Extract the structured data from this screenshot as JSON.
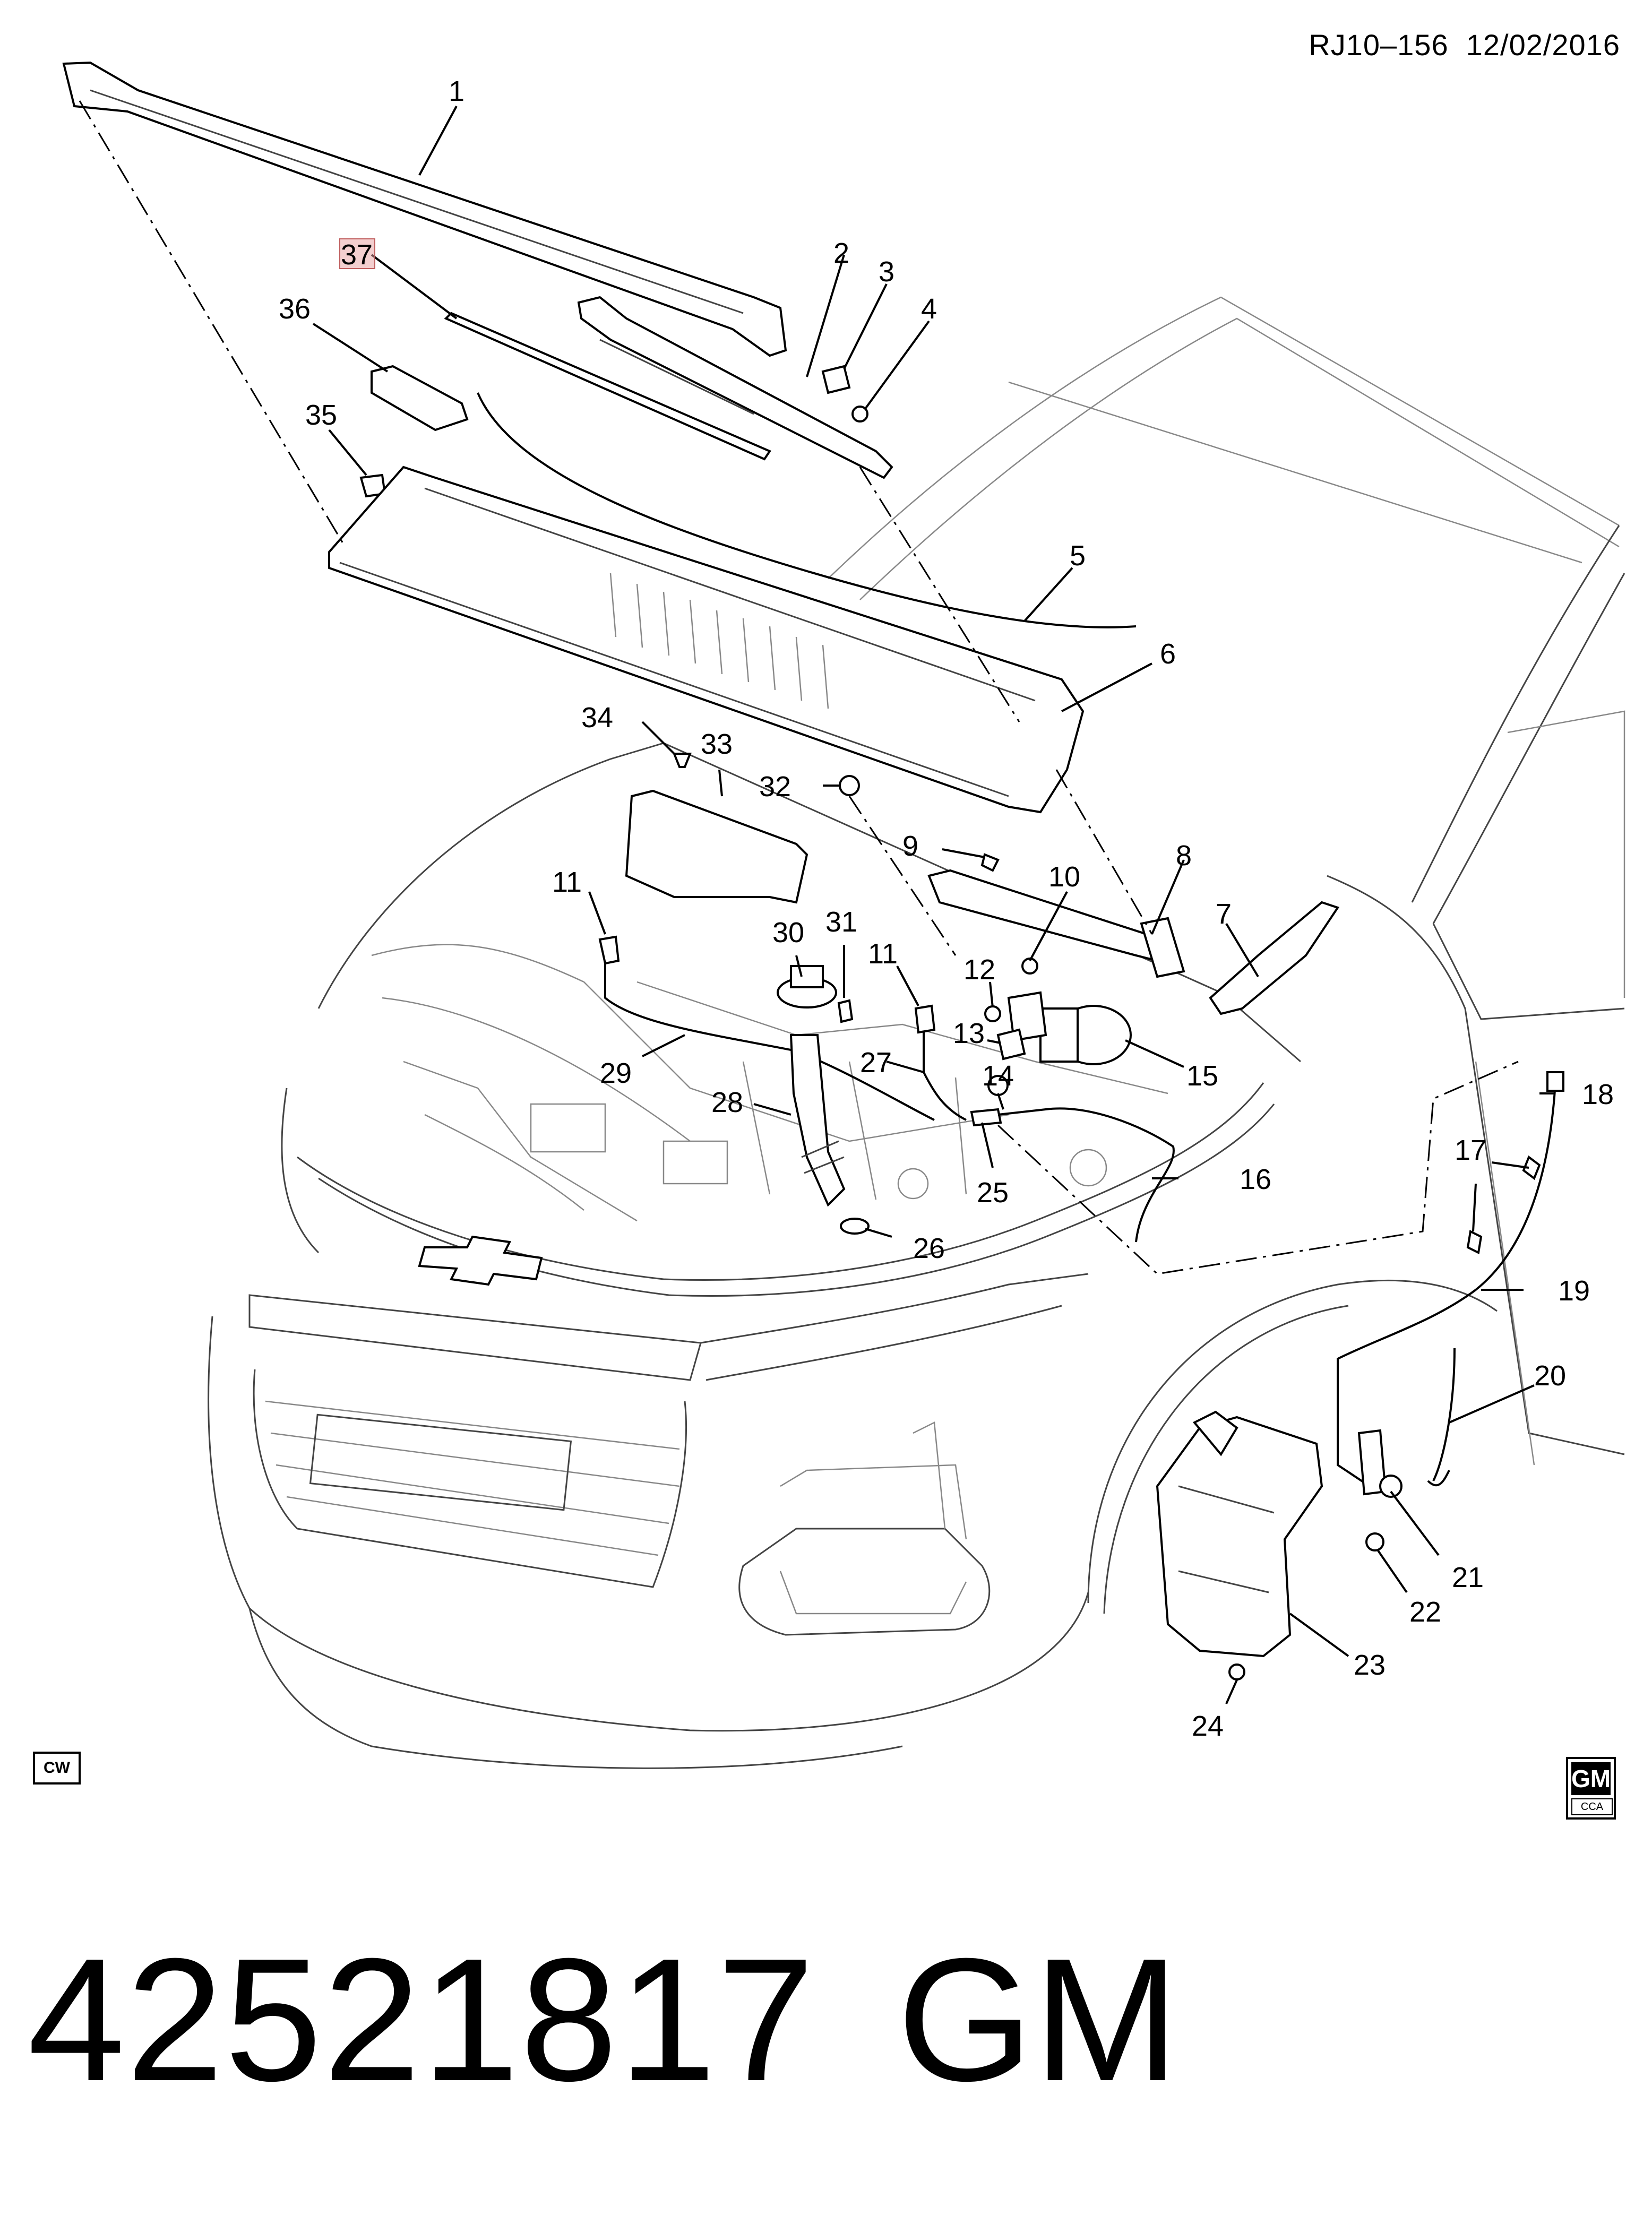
{
  "header": {
    "code": "RJ10–156",
    "date": "12/02/2016"
  },
  "badge_cw": "CW",
  "gm_logo": {
    "main": "GM",
    "sub": "CCA"
  },
  "part_number": "42521817",
  "brand": "GM",
  "highlight_color": "#e8a0a0",
  "callouts": [
    {
      "id": "c1",
      "label": "1"
    },
    {
      "id": "c2",
      "label": "2"
    },
    {
      "id": "c3",
      "label": "3"
    },
    {
      "id": "c4",
      "label": "4"
    },
    {
      "id": "c5",
      "label": "5"
    },
    {
      "id": "c6",
      "label": "6"
    },
    {
      "id": "c7",
      "label": "7"
    },
    {
      "id": "c8",
      "label": "8"
    },
    {
      "id": "c9",
      "label": "9"
    },
    {
      "id": "c10",
      "label": "10"
    },
    {
      "id": "c11a",
      "label": "11"
    },
    {
      "id": "c11b",
      "label": "11"
    },
    {
      "id": "c12",
      "label": "12"
    },
    {
      "id": "c13",
      "label": "13"
    },
    {
      "id": "c14",
      "label": "14"
    },
    {
      "id": "c15",
      "label": "15"
    },
    {
      "id": "c16",
      "label": "16"
    },
    {
      "id": "c17",
      "label": "17"
    },
    {
      "id": "c18",
      "label": "18"
    },
    {
      "id": "c19",
      "label": "19"
    },
    {
      "id": "c20",
      "label": "20"
    },
    {
      "id": "c21",
      "label": "21"
    },
    {
      "id": "c22",
      "label": "22"
    },
    {
      "id": "c23",
      "label": "23"
    },
    {
      "id": "c24",
      "label": "24"
    },
    {
      "id": "c25",
      "label": "25"
    },
    {
      "id": "c26",
      "label": "26"
    },
    {
      "id": "c27",
      "label": "27"
    },
    {
      "id": "c28",
      "label": "28"
    },
    {
      "id": "c29",
      "label": "29"
    },
    {
      "id": "c30",
      "label": "30"
    },
    {
      "id": "c31",
      "label": "31"
    },
    {
      "id": "c32",
      "label": "32"
    },
    {
      "id": "c33",
      "label": "33"
    },
    {
      "id": "c34",
      "label": "34"
    },
    {
      "id": "c35",
      "label": "35"
    },
    {
      "id": "c36",
      "label": "36"
    },
    {
      "id": "c37",
      "label": "37",
      "highlighted": true
    }
  ]
}
